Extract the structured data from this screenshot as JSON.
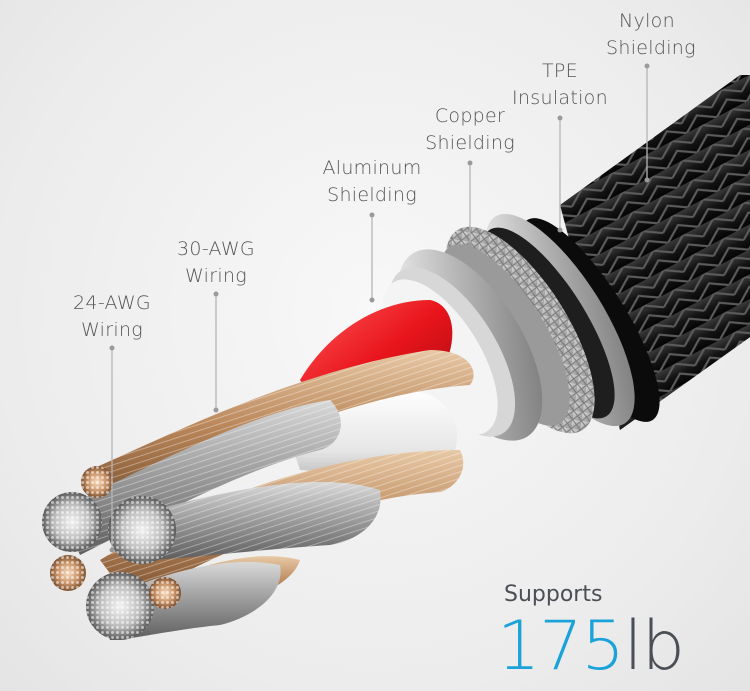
{
  "labels": [
    {
      "id": "nylon-shielding",
      "text": "Nylon\nShielding"
    },
    {
      "id": "tpe-insulation",
      "text": "TPE\nInsulation"
    },
    {
      "id": "copper-shielding",
      "text": "Copper\nShielding"
    },
    {
      "id": "aluminum-shielding",
      "text": "Aluminum\nShielding"
    },
    {
      "id": "awg30-wiring",
      "text": "30-AWG\nWiring"
    },
    {
      "id": "awg24-wiring",
      "text": "24-AWG\nWiring"
    }
  ],
  "strength": {
    "prefix": "Supports",
    "value": "175",
    "unit": "lb"
  },
  "colors": {
    "accent": "#1ba3d9",
    "red_wire": "#e8141b",
    "green_wire": "#2ea63c",
    "label_text": "#555555"
  }
}
